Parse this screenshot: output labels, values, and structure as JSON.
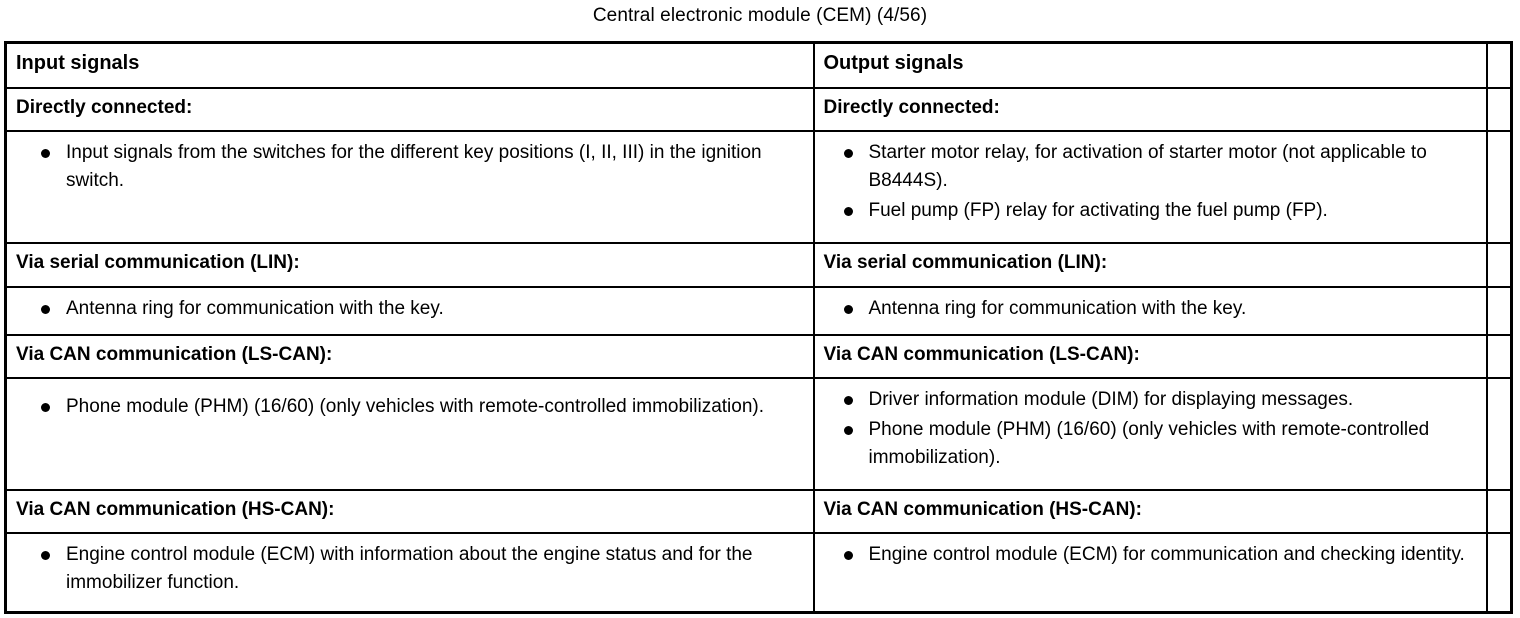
{
  "document": {
    "title": "Central electronic module (CEM) (4/56)"
  },
  "table": {
    "headers": {
      "input": "Input signals",
      "output": "Output signals",
      "narrow": ""
    },
    "sections": [
      {
        "id": "directly-connected",
        "left_heading": "Directly connected:",
        "right_heading": "Directly connected:",
        "left_items": [
          "Input signals from the switches for the different key positions (I, II, III) in the ignition switch."
        ],
        "right_items": [
          "Starter motor relay, for activation of starter motor (not applicable to B8444S).",
          "Fuel pump (FP) relay for activating the fuel pump (FP)."
        ]
      },
      {
        "id": "serial-lin",
        "left_heading": "Via serial communication (LIN):",
        "right_heading": "Via serial communication (LIN):",
        "left_items": [
          "Antenna ring for communication with the key."
        ],
        "right_items": [
          "Antenna ring for communication with the key."
        ]
      },
      {
        "id": "can-ls",
        "left_heading": "Via CAN communication (LS-CAN):",
        "right_heading": "Via CAN communication (LS-CAN):",
        "left_items": [
          "Phone module (PHM) (16/60) (only vehicles with remote-controlled immobilization)."
        ],
        "right_items": [
          "Driver information module (DIM) for displaying messages.",
          "Phone module (PHM) (16/60) (only vehicles with remote-controlled immobilization)."
        ]
      },
      {
        "id": "can-hs",
        "left_heading": "Via CAN communication (HS-CAN):",
        "right_heading": "Via CAN communication (HS-CAN):",
        "left_items": [
          "Engine control module (ECM) with information about the engine status and for the immobilizer function."
        ],
        "right_items": [
          "Engine control module (ECM) for communication and checking identity."
        ]
      }
    ]
  },
  "colors": {
    "text": "#000000",
    "background": "#ffffff",
    "border": "#000000"
  }
}
